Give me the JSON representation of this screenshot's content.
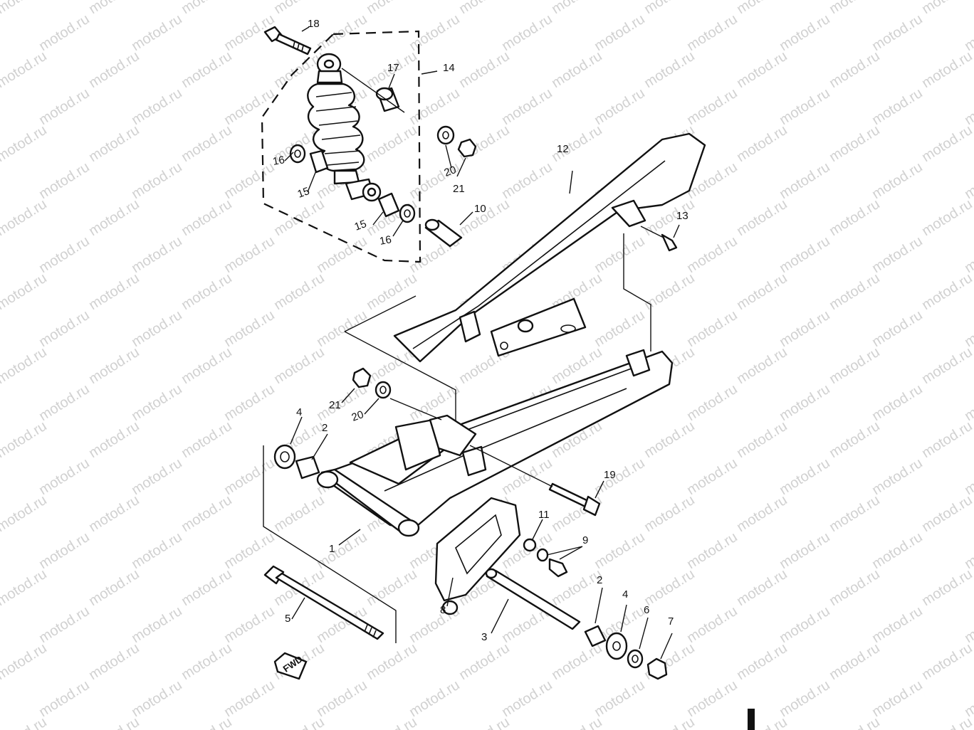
{
  "watermark": {
    "text": "motod.ru"
  },
  "callouts": [
    {
      "id": "c1",
      "label": "1"
    },
    {
      "id": "c2a",
      "label": "2"
    },
    {
      "id": "c2b",
      "label": "2"
    },
    {
      "id": "c3",
      "label": "3"
    },
    {
      "id": "c4a",
      "label": "4"
    },
    {
      "id": "c4b",
      "label": "4"
    },
    {
      "id": "c5",
      "label": "5"
    },
    {
      "id": "c6",
      "label": "6"
    },
    {
      "id": "c7",
      "label": "7"
    },
    {
      "id": "c8",
      "label": "8"
    },
    {
      "id": "c9",
      "label": "9"
    },
    {
      "id": "c10",
      "label": "10"
    },
    {
      "id": "c11",
      "label": "11"
    },
    {
      "id": "c12",
      "label": "12"
    },
    {
      "id": "c13",
      "label": "13"
    },
    {
      "id": "c14",
      "label": "14"
    },
    {
      "id": "c15a",
      "label": "15"
    },
    {
      "id": "c15b",
      "label": "15"
    },
    {
      "id": "c16a",
      "label": "16"
    },
    {
      "id": "c16b",
      "label": "16"
    },
    {
      "id": "c17",
      "label": "17"
    },
    {
      "id": "c18",
      "label": "18"
    },
    {
      "id": "c19",
      "label": "19"
    },
    {
      "id": "c20a",
      "label": "20"
    },
    {
      "id": "c20b",
      "label": "20"
    },
    {
      "id": "c21a",
      "label": "21"
    },
    {
      "id": "c21b",
      "label": "21"
    }
  ],
  "fwd_arrow": {
    "label": "FWD"
  }
}
